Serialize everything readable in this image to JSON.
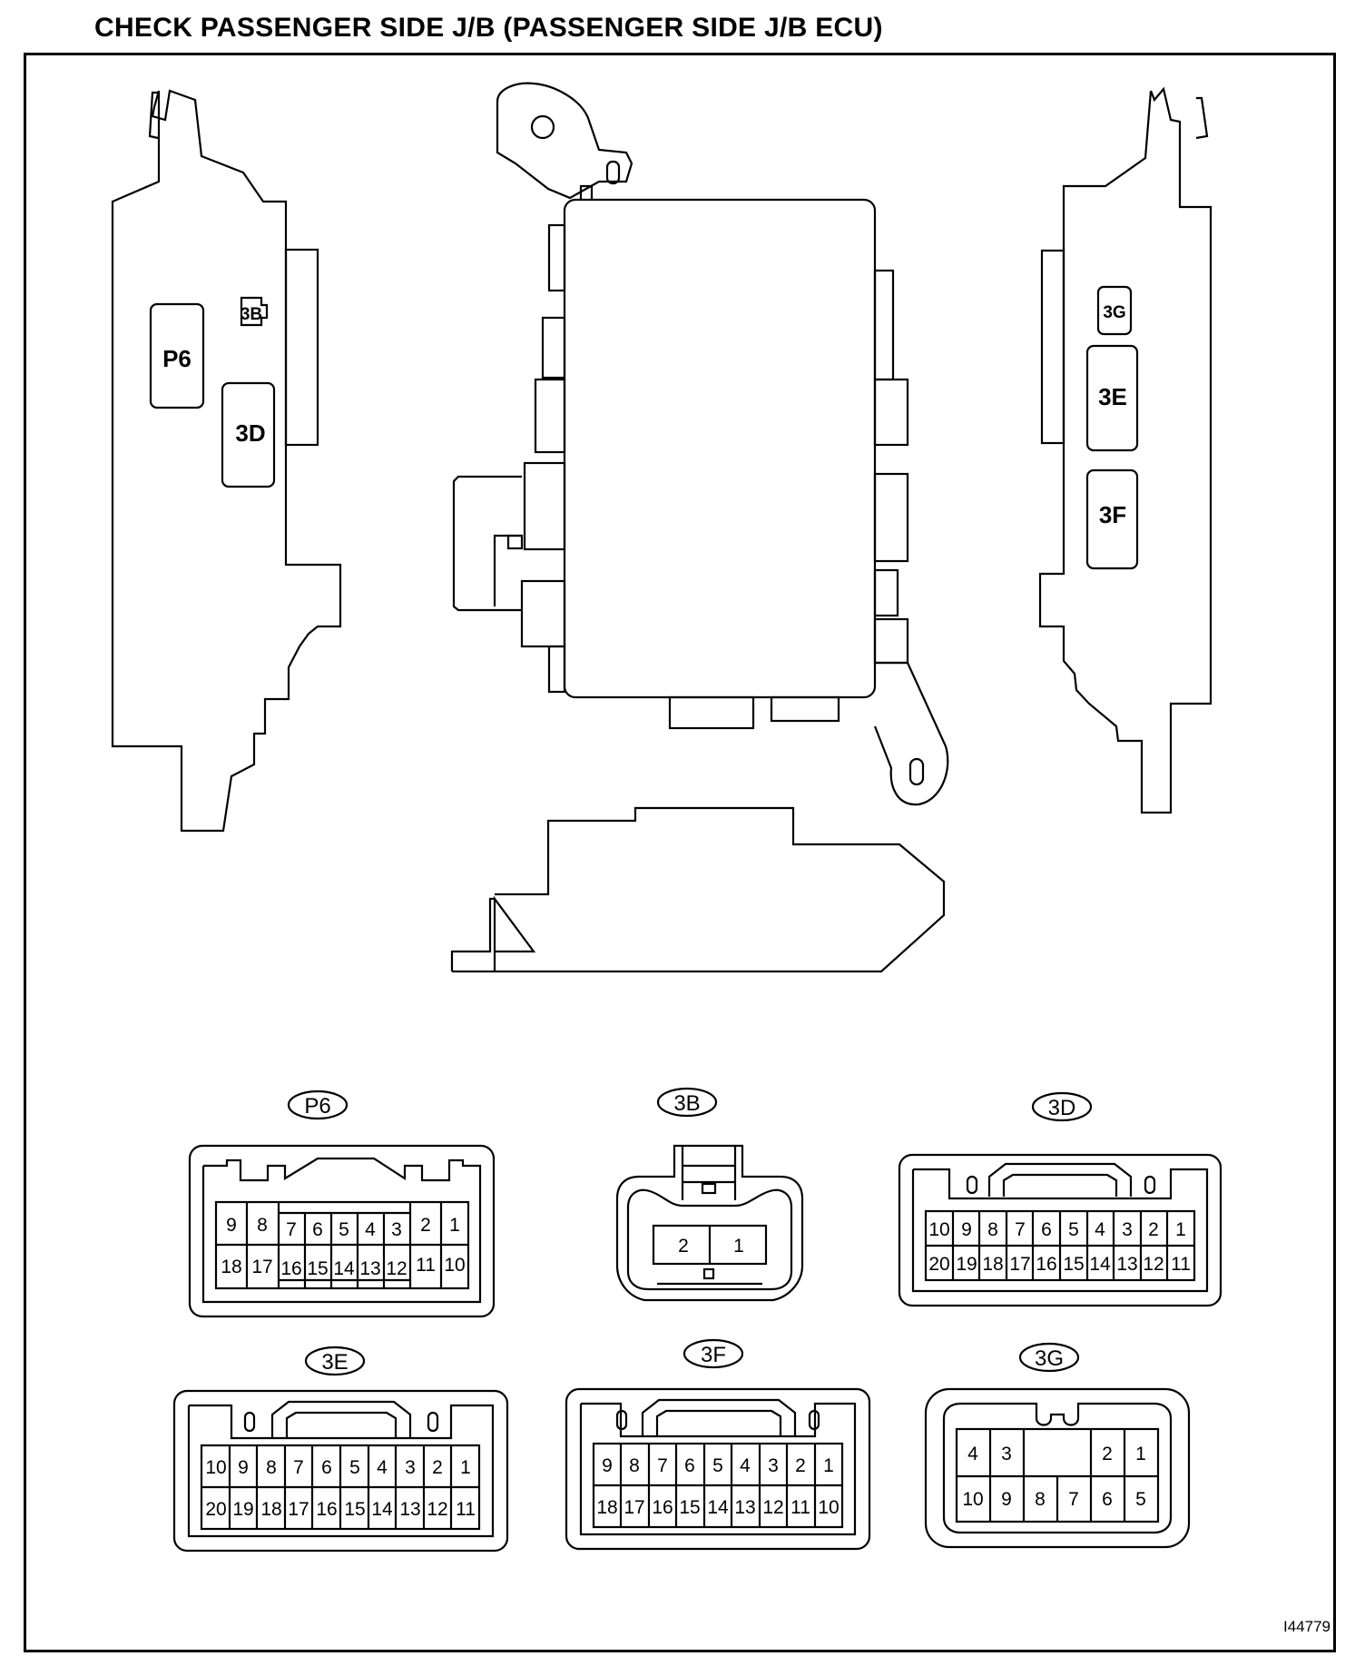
{
  "title": "CHECK PASSENGER SIDE J/B (PASSENGER SIDE J/B ECU)",
  "figure_id": "I44779",
  "jb_left_labels": [
    "P6",
    "3B",
    "3D"
  ],
  "jb_right_labels": [
    "3G",
    "3E",
    "3F"
  ],
  "connectors": {
    "p6": {
      "name": "P6",
      "row1": [
        "9",
        "8",
        "7",
        "6",
        "5",
        "4",
        "3",
        "2",
        "1"
      ],
      "row2": [
        "18",
        "17",
        "16",
        "15",
        "14",
        "13",
        "12",
        "11",
        "10"
      ]
    },
    "c3b": {
      "name": "3B",
      "row1": [
        "2",
        "1"
      ]
    },
    "c3d": {
      "name": "3D",
      "row1": [
        "10",
        "9",
        "8",
        "7",
        "6",
        "5",
        "4",
        "3",
        "2",
        "1"
      ],
      "row2": [
        "20",
        "19",
        "18",
        "17",
        "16",
        "15",
        "14",
        "13",
        "12",
        "11"
      ]
    },
    "c3e": {
      "name": "3E",
      "row1": [
        "10",
        "9",
        "8",
        "7",
        "6",
        "5",
        "4",
        "3",
        "2",
        "1"
      ],
      "row2": [
        "20",
        "19",
        "18",
        "17",
        "16",
        "15",
        "14",
        "13",
        "12",
        "11"
      ]
    },
    "c3f": {
      "name": "3F",
      "row1": [
        "9",
        "8",
        "7",
        "6",
        "5",
        "4",
        "3",
        "2",
        "1"
      ],
      "row2": [
        "18",
        "17",
        "16",
        "15",
        "14",
        "13",
        "12",
        "11",
        "10"
      ]
    },
    "c3g": {
      "name": "3G",
      "row1": [
        "4",
        "3",
        "2",
        "1"
      ],
      "row2": [
        "10",
        "9",
        "8",
        "7",
        "6",
        "5"
      ]
    }
  }
}
